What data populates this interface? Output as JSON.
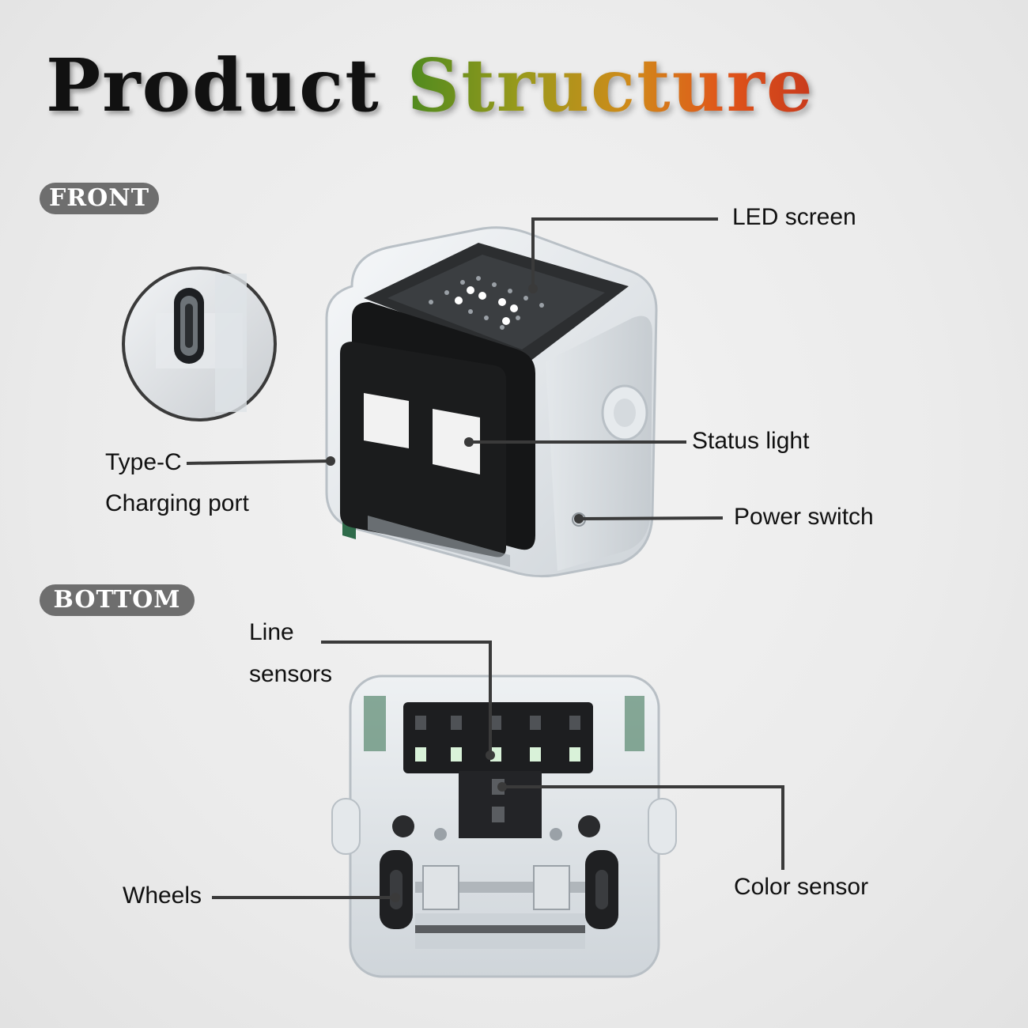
{
  "header": {
    "title_word1": "Product",
    "title_word2": "Structure"
  },
  "sections": {
    "front_label": "FRONT",
    "bottom_label": "BOTTOM"
  },
  "front": {
    "led_screen": "LED screen",
    "status_light": "Status light",
    "power_switch": "Power switch",
    "type_c_line1": "Type-C",
    "type_c_line2": "Charging port"
  },
  "bottom": {
    "line_sensors_line1": "Line",
    "line_sensors_line2": "sensors",
    "color_sensor": "Color sensor",
    "wheels": "Wheels"
  },
  "colors": {
    "pill_bg": "#6e6e6e",
    "leader_line": "#3a3a3a",
    "pcb_green": "#2f6b4a"
  }
}
